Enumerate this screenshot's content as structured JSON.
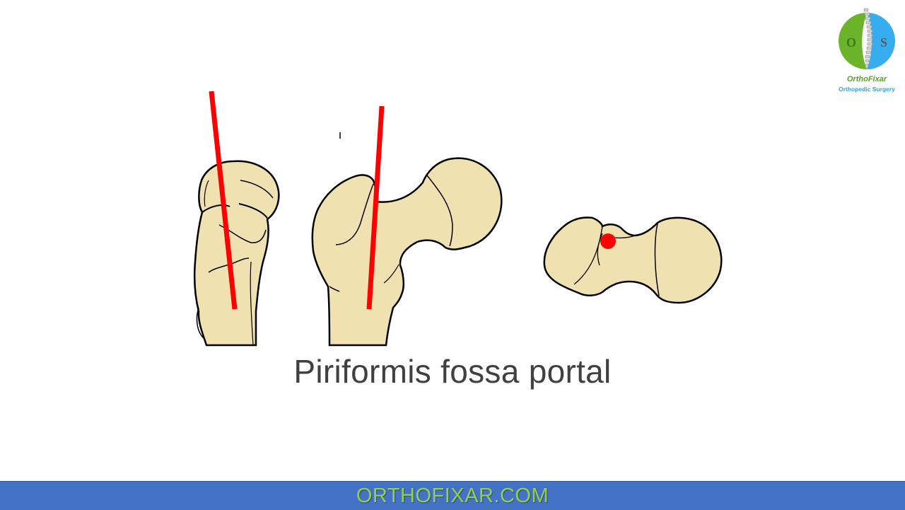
{
  "slide": {
    "caption": "Piriformis fossa portal",
    "footer_text": "ORTHOFIXAR.COM",
    "logo": {
      "title": "OrthoFixar",
      "subtitle": "Orthopedic Surgery",
      "letter_left": "O",
      "letter_right": "S"
    }
  },
  "figures": [
    {
      "name": "lateral-view-femur",
      "marker": "entry-guide-line"
    },
    {
      "name": "anterior-view-femur",
      "marker": "entry-guide-line"
    },
    {
      "name": "superior-view-femur",
      "marker": "entry-point-dot"
    }
  ],
  "colors": {
    "bone_fill": "#f0e2b0",
    "outline": "#000000",
    "marker": "#ff0000",
    "footer_bg": "#4472c4",
    "footer_text": "#92d050",
    "caption_text": "#404040",
    "logo_green": "#5aa02c",
    "logo_blue": "#29a3e0"
  }
}
